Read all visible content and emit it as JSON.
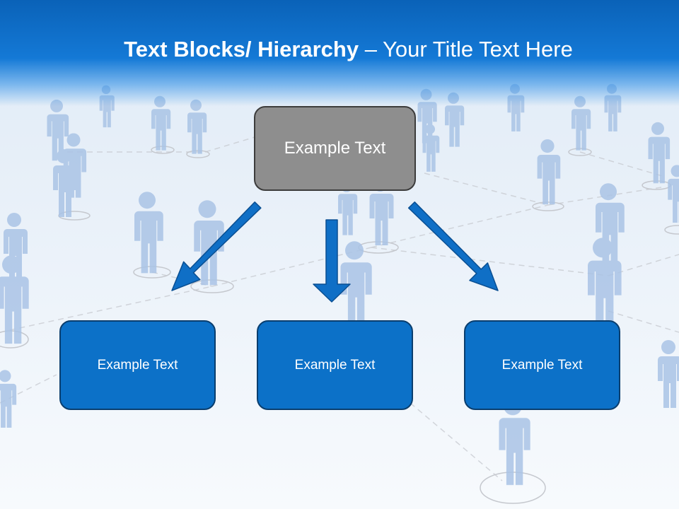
{
  "title": {
    "bold": "Text Blocks/ Hierarchy",
    "rest": " – Your Title Text Here"
  },
  "top_box": {
    "label": "Example Text"
  },
  "child_boxes": [
    {
      "label": "Example Text"
    },
    {
      "label": "Example Text"
    },
    {
      "label": "Example Text"
    }
  ],
  "colors": {
    "header": "#1479d6",
    "top_box_fill": "#8e8e8e",
    "child_box_fill": "#0c71c8",
    "arrow": "#0f6fc6"
  }
}
